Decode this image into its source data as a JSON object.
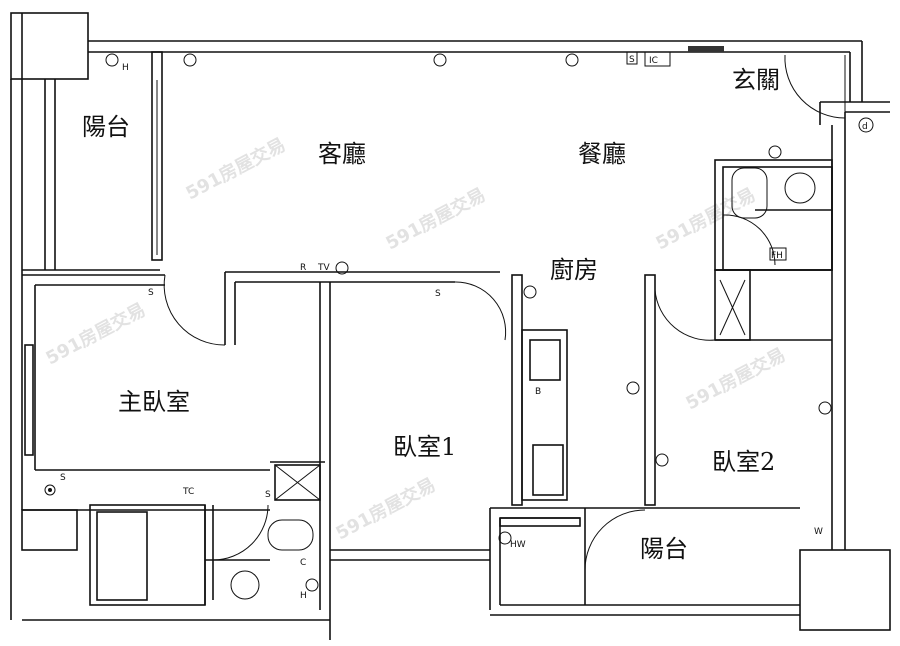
{
  "plan": {
    "rooms": {
      "balcony_top": "陽台",
      "living": "客廳",
      "dining": "餐廳",
      "entry": "玄關",
      "kitchen": "廚房",
      "master": "主臥室",
      "bedroom1": "臥室1",
      "bedroom2": "臥室2",
      "balcony_bottom": "陽台"
    },
    "symbols": {
      "ic": "IC",
      "hw": "HW",
      "s": "S",
      "tv": "TV",
      "tc": "TC",
      "fh": "FH",
      "d": "d",
      "h": "H",
      "w": "W",
      "c": "C",
      "b": "B",
      "r": "R"
    },
    "watermark": "591房屋交易"
  }
}
